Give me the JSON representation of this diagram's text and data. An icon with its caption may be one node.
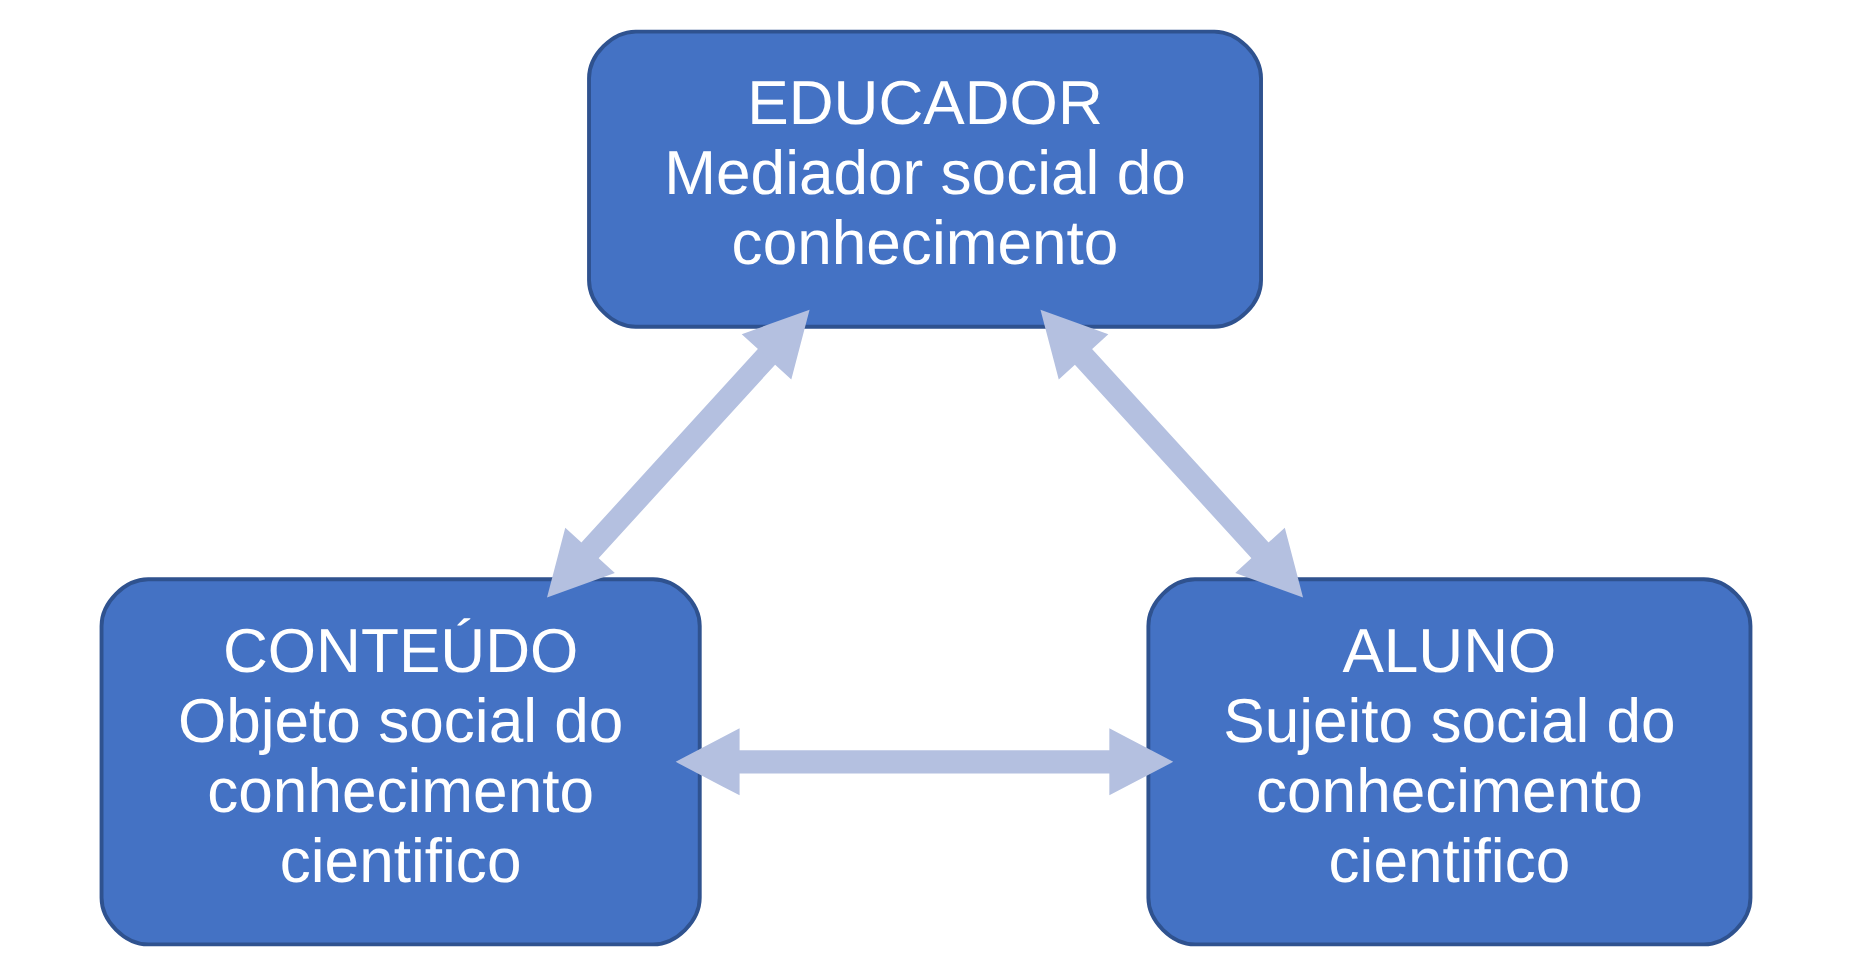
{
  "diagram": {
    "nodes": [
      {
        "text": [
          "EDUCADOR",
          "Mediador social do conhecimento"
        ]
      },
      {
        "text": [
          "ALUNO",
          "Sujeito social do conhecimento cientifico"
        ]
      },
      {
        "text": [
          "CONTEÚDO",
          "Objeto social do conhecimento cientifico"
        ]
      }
    ],
    "edges": [
      {
        "from": 1,
        "to": 0,
        "arrow": "both"
      },
      {
        "from": 0,
        "to": 2,
        "arrow": "both"
      },
      {
        "from": 1,
        "to": 2,
        "arrow": "both"
      }
    ]
  }
}
